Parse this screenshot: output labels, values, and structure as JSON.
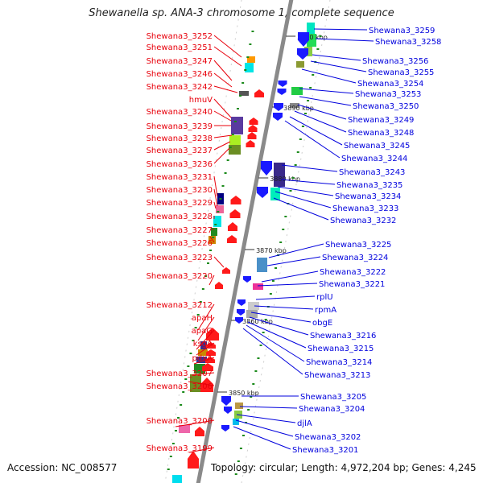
{
  "title": "Shewanella sp. ANA-3 chromosome 1, complete sequence",
  "footer": {
    "accession": "Accession: NC_008577",
    "topology": "Topology: circular; Length: 4,972,204 bp; Genes: 4,245"
  },
  "colors": {
    "left_label": "#e8000b",
    "right_label": "#0000dd",
    "axis": "#8a8a8a",
    "tick": "#1a8a1a",
    "forward_arrow": "#ff1a1a",
    "reverse_arrow": "#1a1aff"
  },
  "ticks": [
    "3900 kbp",
    "3890 kbp",
    "3880 kbp",
    "3870 kbp",
    "3860 kbp",
    "3850 kbp"
  ],
  "left_labels": [
    "Shewana3_3252",
    "Shewana3_3251",
    "Shewana3_3247",
    "Shewana3_3246",
    "Shewana3_3242",
    "hmuV",
    "Shewana3_3240",
    "Shewana3_3239",
    "Shewana3_3238",
    "Shewana3_3237",
    "Shewana3_3236",
    "Shewana3_3231",
    "Shewana3_3230",
    "Shewana3_3229",
    "Shewana3_3228",
    "Shewana3_3227",
    "Shewana3_3226",
    "Shewana3_3223",
    "Shewana3_3220",
    "Shewana3_3212",
    "apaH",
    "apaG",
    "ksgA",
    "pdxA",
    "Shewana3_3207",
    "Shewana3_3206",
    "Shewana3_3200",
    "Shewana3_3199"
  ],
  "right_labels": [
    "Shewana3_3259",
    "Shewana3_3258",
    "Shewana3_3256",
    "Shewana3_3255",
    "Shewana3_3254",
    "Shewana3_3253",
    "Shewana3_3250",
    "Shewana3_3249",
    "Shewana3_3248",
    "Shewana3_3245",
    "Shewana3_3244",
    "Shewana3_3243",
    "Shewana3_3235",
    "Shewana3_3234",
    "Shewana3_3233",
    "Shewana3_3232",
    "Shewana3_3225",
    "Shewana3_3224",
    "Shewana3_3222",
    "Shewana3_3221",
    "rplU",
    "rpmA",
    "obgE",
    "Shewana3_3216",
    "Shewana3_3215",
    "Shewana3_3214",
    "Shewana3_3213",
    "Shewana3_3205",
    "Shewana3_3204",
    "djlA",
    "Shewana3_3202",
    "Shewana3_3201"
  ]
}
